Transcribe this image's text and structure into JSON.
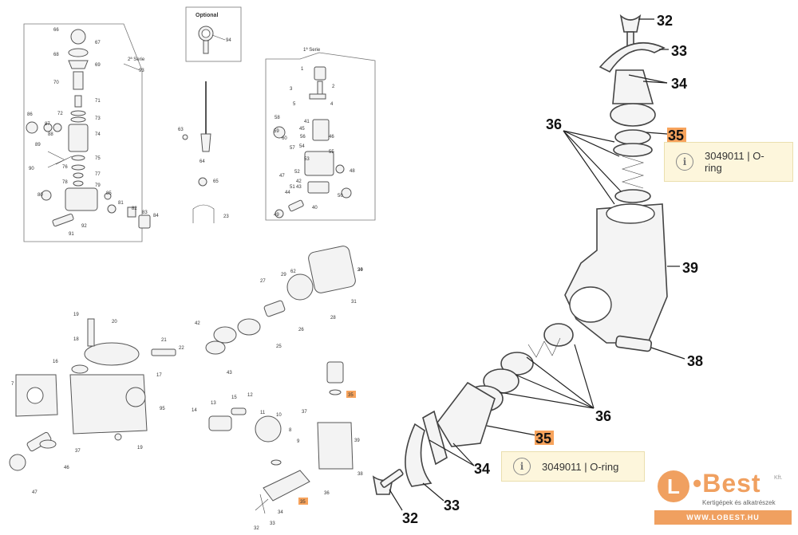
{
  "small_diagram": {
    "upper_left_box": {
      "title": "2ª Serie",
      "labels": [
        "66",
        "67",
        "68",
        "69",
        "70",
        "71",
        "72",
        "73",
        "74",
        "75",
        "76",
        "77",
        "78",
        "79",
        "80",
        "81",
        "82",
        "83",
        "84",
        "85",
        "86",
        "87",
        "88",
        "89",
        "90",
        "91",
        "92",
        "93"
      ]
    },
    "optional_box": {
      "title": "Optional",
      "labels": [
        "94"
      ]
    },
    "center_parts": {
      "labels": [
        "63",
        "64",
        "65",
        "23"
      ]
    },
    "right_box": {
      "title": "1ª Serie",
      "labels": [
        "1",
        "2",
        "3",
        "4",
        "5",
        "40",
        "41",
        "42",
        "43",
        "44",
        "45",
        "46",
        "47",
        "48",
        "49",
        "50",
        "51",
        "52",
        "53",
        "54",
        "55",
        "56",
        "57",
        "58",
        "59",
        "60"
      ]
    },
    "lower_left": {
      "labels": [
        "7",
        "16",
        "17",
        "18",
        "19",
        "20",
        "21",
        "22",
        "37",
        "46",
        "47",
        "95"
      ]
    },
    "lower_center": {
      "labels": [
        "24",
        "25",
        "26",
        "27",
        "28",
        "29",
        "30",
        "31",
        "42",
        "43",
        "62",
        "10",
        "11",
        "12",
        "13",
        "14",
        "15",
        "9",
        "8",
        "37",
        "34",
        "36",
        "38",
        "39",
        "32",
        "33"
      ]
    },
    "highlight_label": "35"
  },
  "large_detail": {
    "callouts": [
      "32",
      "33",
      "34",
      "36",
      "38",
      "39",
      "36",
      "34",
      "32",
      "33"
    ],
    "highlight_label": "35"
  },
  "tooltips": [
    {
      "icon": "info-icon",
      "text": "3049011 | O-ring"
    },
    {
      "icon": "info-icon",
      "text": "3049011 | O-ring"
    }
  ],
  "logo": {
    "mark": "L",
    "name": "•Best",
    "suffix": "Kft.",
    "tagline": "Kertigépek és alkatrészek",
    "url": "WWW.LOBEST.HU"
  },
  "colors": {
    "highlight": "#f7a35c",
    "tooltip_bg": "#fdf6dc",
    "brand": "#f0a060"
  }
}
